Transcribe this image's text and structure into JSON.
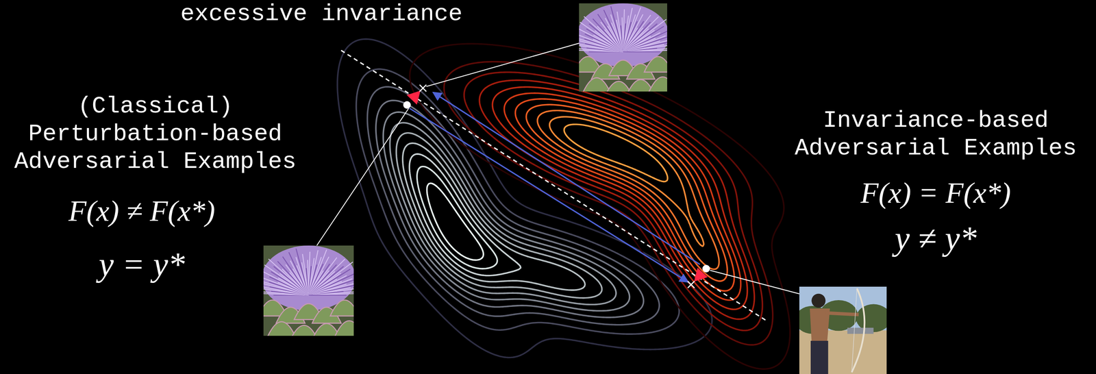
{
  "diagram": {
    "labels": [
      "excessive invariance",
      "(Classical) Perturbation-based Adversarial Examples",
      "F(x) ≠ F(x*)",
      "y = y*",
      "Invariance-based Adversarial Examples",
      "F(x) = F(x*)",
      "y ≠ y*"
    ]
  }
}
